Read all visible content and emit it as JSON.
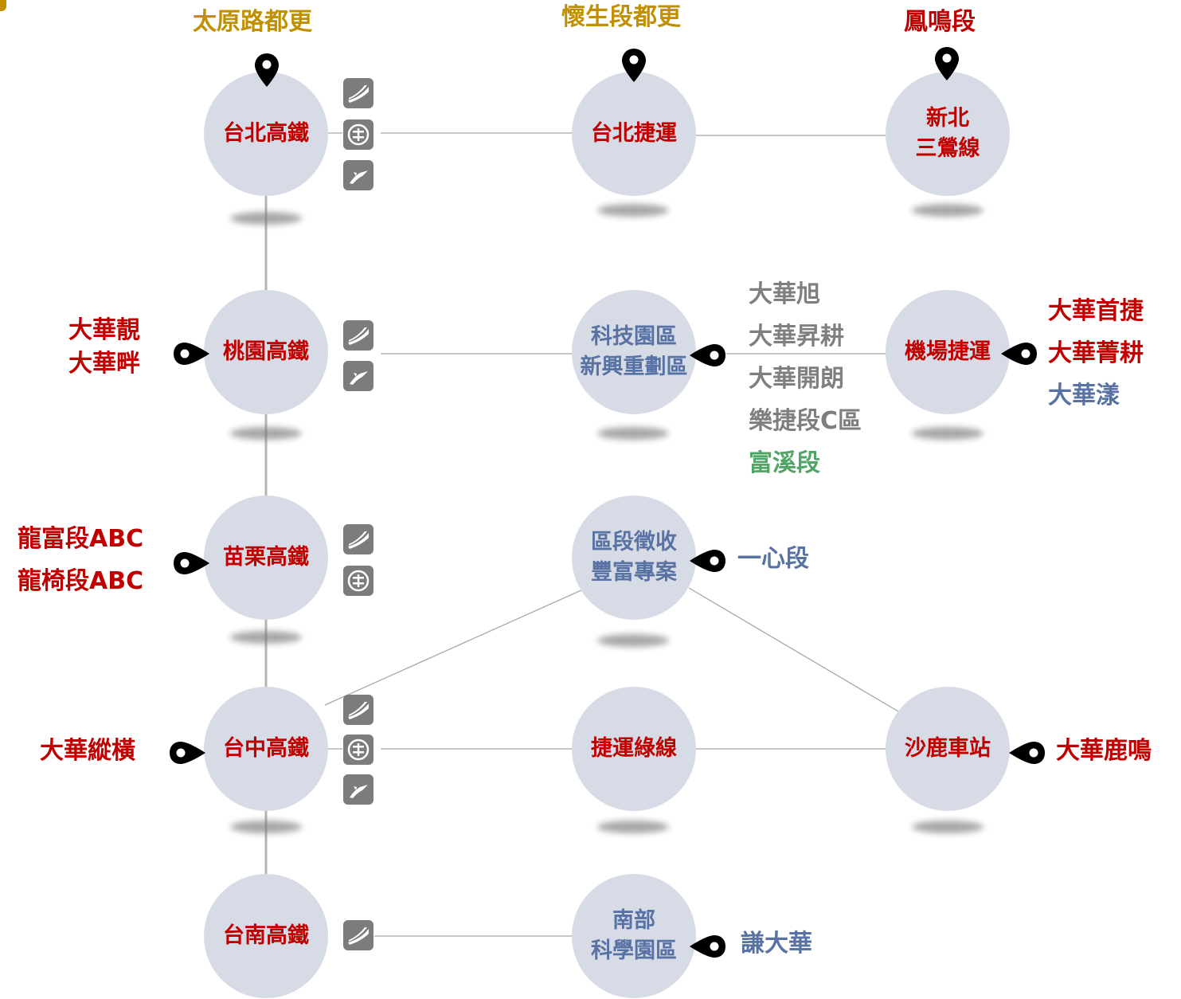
{
  "stations": {
    "taipei_hsr": "台北高鐵",
    "taoyuan_hsr": "桃園高鐵",
    "miaoli_hsr": "苗栗高鐵",
    "taichung_hsr": "台中高鐵",
    "tainan_hsr": "台南高鐵",
    "taipei_mrt": "台北捷運",
    "tech_park_1": "科技園區",
    "tech_park_2": "新興重劃區",
    "zone_1": "區段徵收",
    "zone_2": "豐富專案",
    "green_line": "捷運綠線",
    "south_1": "南部",
    "south_2": "科學園區",
    "newtaipei_1": "新北",
    "newtaipei_2": "三鶯線",
    "airport_mrt": "機場捷運",
    "shalu": "沙鹿車站"
  },
  "top_labels": {
    "taiyuan": "太原路都更",
    "huaisheng": "懷生段都更",
    "fengming": "鳳鳴段"
  },
  "projects": {
    "taoyuan": [
      "大華靚",
      "大華畔"
    ],
    "miaoli": [
      "龍富段ABC",
      "龍椅段ABC"
    ],
    "taichung": "大華縱橫",
    "tech_park": [
      "大華旭",
      "大華昇耕",
      "大華開朗",
      "樂捷段C區",
      "富溪段"
    ],
    "airport": [
      "大華首捷",
      "大華菁耕",
      "大華漾"
    ],
    "zone": "一心段",
    "shalu": "大華鹿鳴",
    "south": "謙大華"
  },
  "icons": {
    "taipei": [
      "hsr-icon",
      "tra-icon",
      "airport-icon"
    ],
    "taoyuan": [
      "hsr-icon",
      "airport-icon"
    ],
    "miaoli": [
      "hsr-icon",
      "tra-icon"
    ],
    "taichung": [
      "hsr-icon",
      "tra-icon",
      "airport-icon"
    ],
    "tainan": [
      "hsr-icon"
    ]
  },
  "colors": {
    "station_red": "#c00000",
    "station_blue": "#5872a4",
    "project_gray": "#7f7f7f",
    "project_green": "#4fa665",
    "top_gold": "#c09000",
    "node_fill": "#d6dbe5",
    "icon_bg": "#7c7c7c"
  }
}
